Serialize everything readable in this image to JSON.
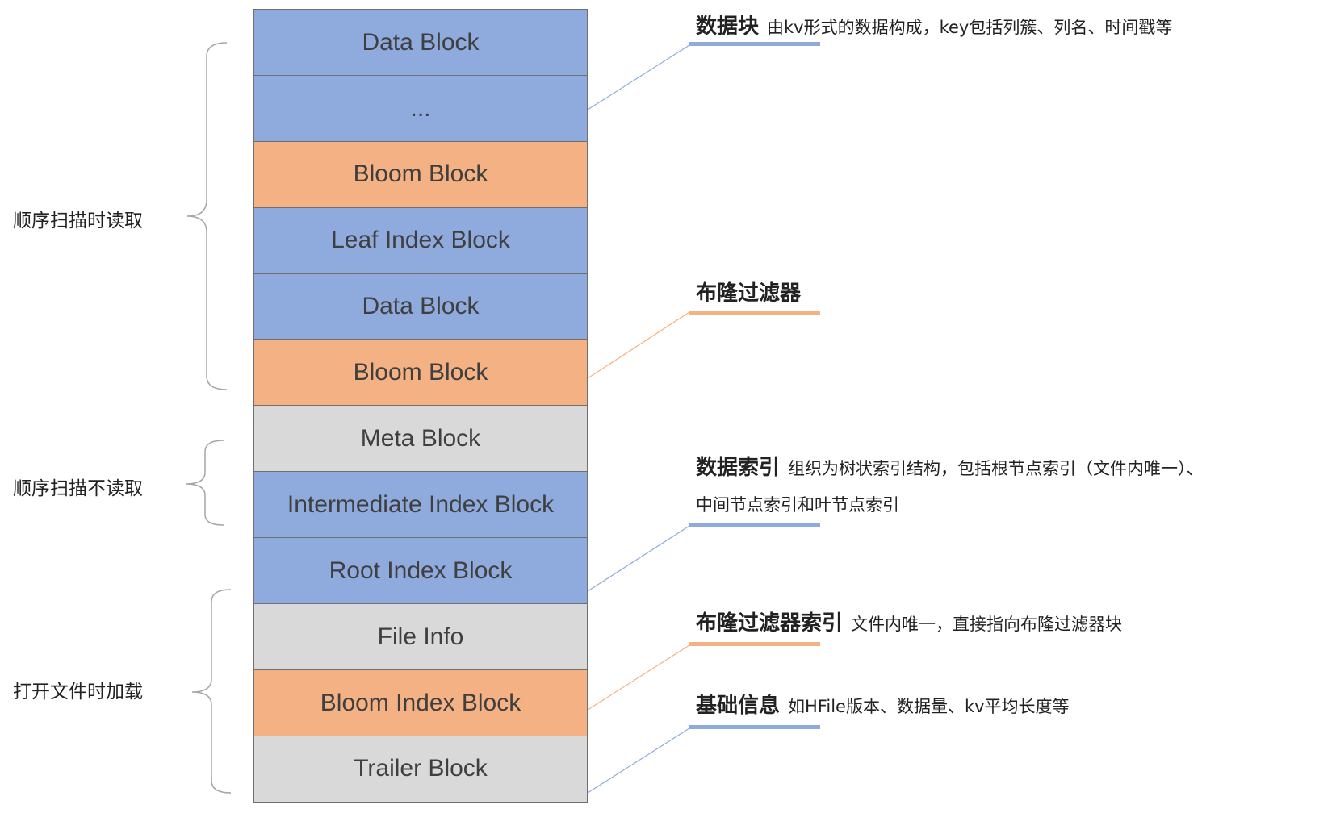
{
  "colors": {
    "blue_block": "#8faadc",
    "orange_block": "#f4b183",
    "gray_block": "#d9d9d9",
    "blue_line": "#8faadc",
    "orange_line": "#f4b183",
    "brace": "#a6a6a6"
  },
  "blocks": [
    {
      "label": "Data Block",
      "color": "blue"
    },
    {
      "label": "...",
      "color": "blue"
    },
    {
      "label": "Bloom Block",
      "color": "orange"
    },
    {
      "label": "Leaf Index Block",
      "color": "blue"
    },
    {
      "label": "Data Block",
      "color": "blue"
    },
    {
      "label": "Bloom Block",
      "color": "orange"
    },
    {
      "label": "Meta Block",
      "color": "gray"
    },
    {
      "label": "Intermediate Index Block",
      "color": "blue"
    },
    {
      "label": "Root Index Block",
      "color": "blue"
    },
    {
      "label": "File Info",
      "color": "gray"
    },
    {
      "label": "Bloom Index Block",
      "color": "orange"
    },
    {
      "label": "Trailer Block",
      "color": "gray"
    }
  ],
  "groups": [
    {
      "label": "顺序扫描时读取"
    },
    {
      "label": "顺序扫描不读取"
    },
    {
      "label": "打开文件时加载"
    }
  ],
  "annotations": [
    {
      "title": "数据块",
      "desc": "由kv形式的数据构成，key包括列簇、列名、时间戳等",
      "desc2": "",
      "color": "blue"
    },
    {
      "title": "布隆过滤器",
      "desc": "",
      "desc2": "",
      "color": "orange"
    },
    {
      "title": "数据索引",
      "desc": "组织为树状索引结构，包括根节点索引（文件内唯一）、",
      "desc2": "中间节点索引和叶节点索引",
      "color": "blue"
    },
    {
      "title": "布隆过滤器索引",
      "desc": "文件内唯一，直接指向布隆过滤器块",
      "desc2": "",
      "color": "orange"
    },
    {
      "title": "基础信息",
      "desc": "如HFile版本、数据量、kv平均长度等",
      "desc2": "",
      "color": "blue"
    }
  ]
}
